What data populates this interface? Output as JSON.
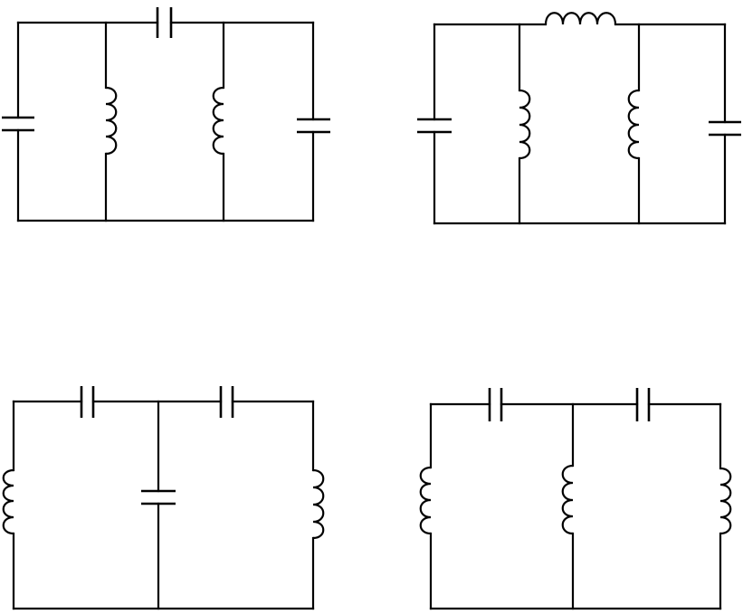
{
  "diagram": {
    "circuits": [
      {
        "id": "circuit-1",
        "components": [
          {
            "type": "capacitor",
            "position": "top-series"
          },
          {
            "type": "capacitor",
            "position": "left-shunt"
          },
          {
            "type": "inductor",
            "position": "middle-shunt-1"
          },
          {
            "type": "inductor",
            "position": "middle-shunt-2"
          },
          {
            "type": "capacitor",
            "position": "right-shunt"
          }
        ]
      },
      {
        "id": "circuit-2",
        "components": [
          {
            "type": "inductor",
            "position": "top-series"
          },
          {
            "type": "capacitor",
            "position": "left-shunt"
          },
          {
            "type": "inductor",
            "position": "middle-shunt-1"
          },
          {
            "type": "inductor",
            "position": "middle-shunt-2"
          },
          {
            "type": "capacitor",
            "position": "right-shunt"
          }
        ]
      },
      {
        "id": "circuit-3",
        "components": [
          {
            "type": "capacitor",
            "position": "top-series-left"
          },
          {
            "type": "capacitor",
            "position": "top-series-right"
          },
          {
            "type": "inductor",
            "position": "left-shunt"
          },
          {
            "type": "capacitor",
            "position": "middle-shunt"
          },
          {
            "type": "inductor",
            "position": "right-shunt"
          }
        ]
      },
      {
        "id": "circuit-4",
        "components": [
          {
            "type": "capacitor",
            "position": "top-series-left"
          },
          {
            "type": "capacitor",
            "position": "top-series-right"
          },
          {
            "type": "inductor",
            "position": "left-shunt"
          },
          {
            "type": "inductor",
            "position": "middle-shunt"
          },
          {
            "type": "inductor",
            "position": "right-shunt"
          }
        ]
      }
    ]
  }
}
